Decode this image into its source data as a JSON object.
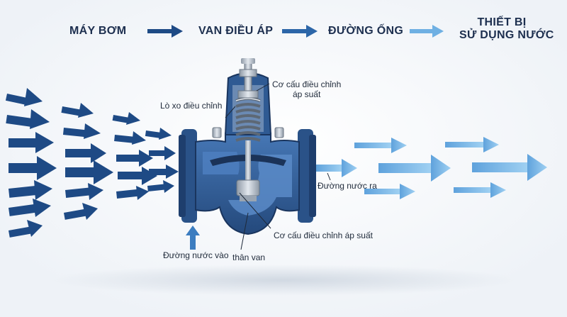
{
  "flow": {
    "steps": [
      "MÁY BƠM",
      "VAN ĐIỀU ÁP",
      "ĐƯỜNG ỐNG"
    ],
    "final_step": {
      "line1": "THIẾT BỊ",
      "line2": "SỬ DỤNG NƯỚC"
    }
  },
  "labels": {
    "spring": "Lò xo điều chỉnh",
    "adjust_top_line1": "Cơ cấu điều chỉnh",
    "adjust_top_line2": "áp suất",
    "adjust_bottom": "Cơ cấu điều chỉnh áp suất",
    "inlet": "Đường nước vào",
    "body": "thân van",
    "outlet": "Đường nước ra"
  },
  "colors": {
    "title_text": "#1d2f4f",
    "arrow_dark": "#1e4a85",
    "arrow_mid": "#3c7dc0",
    "arrow_light": "#6fb0e3",
    "valve_body": "#2f5a93",
    "valve_dark": "#1e3e6d",
    "valve_metal": "#b8c1cc"
  }
}
